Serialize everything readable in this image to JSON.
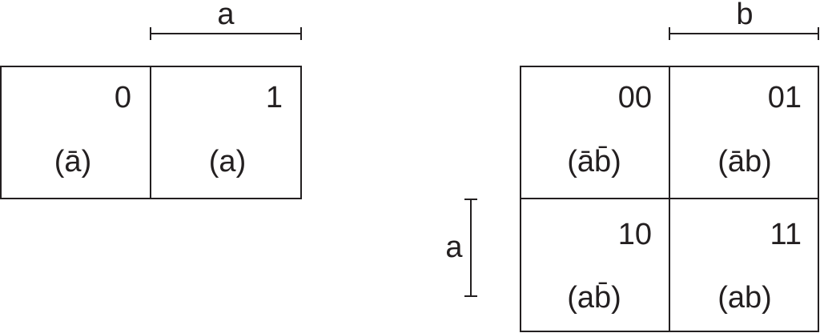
{
  "map_1var": {
    "column_variable": "a",
    "cells": [
      {
        "index": "0",
        "term_open": "(",
        "term_var1": "a",
        "term_var1_bar": true,
        "term_var2": "",
        "term_var2_bar": false,
        "term_close": ")"
      },
      {
        "index": "1",
        "term_open": "(",
        "term_var1": "a",
        "term_var1_bar": false,
        "term_var2": "",
        "term_var2_bar": false,
        "term_close": ")"
      }
    ]
  },
  "map_2var": {
    "column_variable": "b",
    "row_variable": "a",
    "cells": [
      {
        "index": "00",
        "term_open": "(",
        "term_var1": "a",
        "term_var1_bar": true,
        "term_var2": "b",
        "term_var2_bar": true,
        "term_close": ")"
      },
      {
        "index": "01",
        "term_open": "(",
        "term_var1": "a",
        "term_var1_bar": true,
        "term_var2": "b",
        "term_var2_bar": false,
        "term_close": ")"
      },
      {
        "index": "10",
        "term_open": "(",
        "term_var1": "a",
        "term_var1_bar": false,
        "term_var2": "b",
        "term_var2_bar": true,
        "term_close": ")"
      },
      {
        "index": "11",
        "term_open": "(",
        "term_var1": "a",
        "term_var1_bar": false,
        "term_var2": "b",
        "term_var2_bar": false,
        "term_close": ")"
      }
    ]
  }
}
